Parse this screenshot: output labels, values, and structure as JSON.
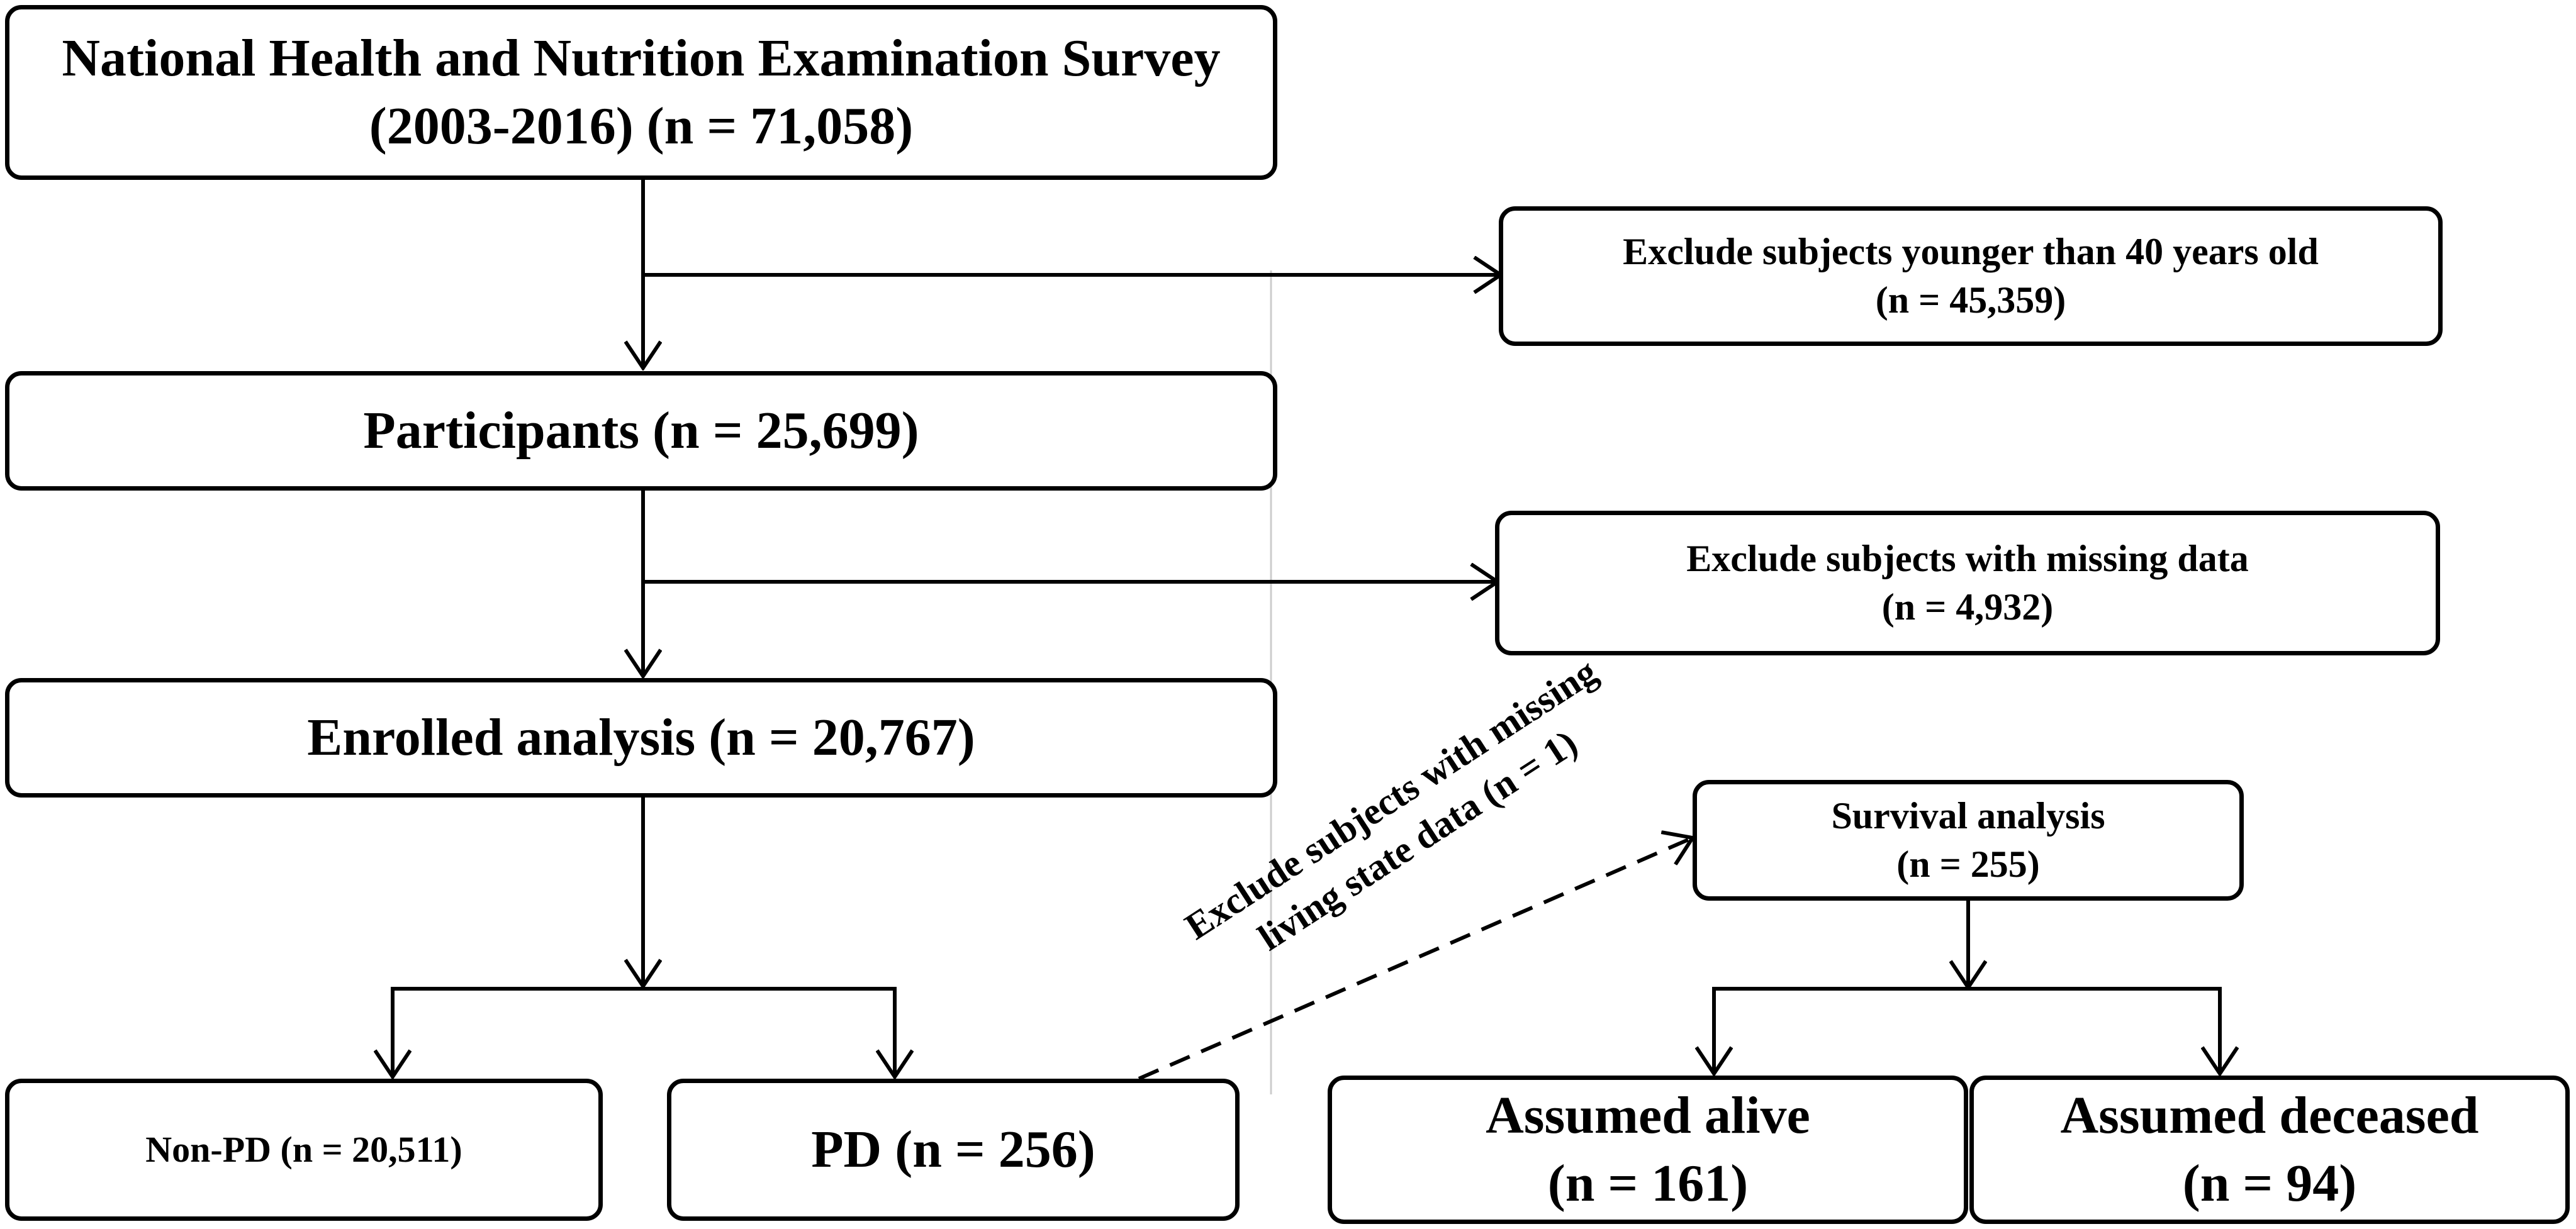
{
  "nodes": {
    "nhanes": {
      "line1": "National Health and Nutrition Examination Survey",
      "line2": "(2003-2016) (n = 71,058)"
    },
    "exclude_age": {
      "line1": "Exclude subjects younger than 40 years old",
      "line2": "(n = 45,359)"
    },
    "participants": {
      "line1": "Participants (n = 25,699)"
    },
    "exclude_missing": {
      "line1": "Exclude subjects with missing data",
      "line2": "(n = 4,932)"
    },
    "enrolled": {
      "line1": "Enrolled analysis (n = 20,767)"
    },
    "survival": {
      "line1": "Survival analysis",
      "line2": "(n = 255)"
    },
    "non_pd": {
      "line1": "Non-PD (n = 20,511)"
    },
    "pd": {
      "line1": "PD (n = 256)"
    },
    "alive": {
      "line1": "Assumed alive",
      "line2": "(n = 161)"
    },
    "deceased": {
      "line1": "Assumed deceased",
      "line2": "(n = 94)"
    }
  },
  "edge_labels": {
    "pd_to_survival": {
      "line1": "Exclude subjects with missing",
      "line2": "living state data (n = 1)"
    }
  },
  "colors": {
    "line": "#000000",
    "background": "#ffffff"
  }
}
